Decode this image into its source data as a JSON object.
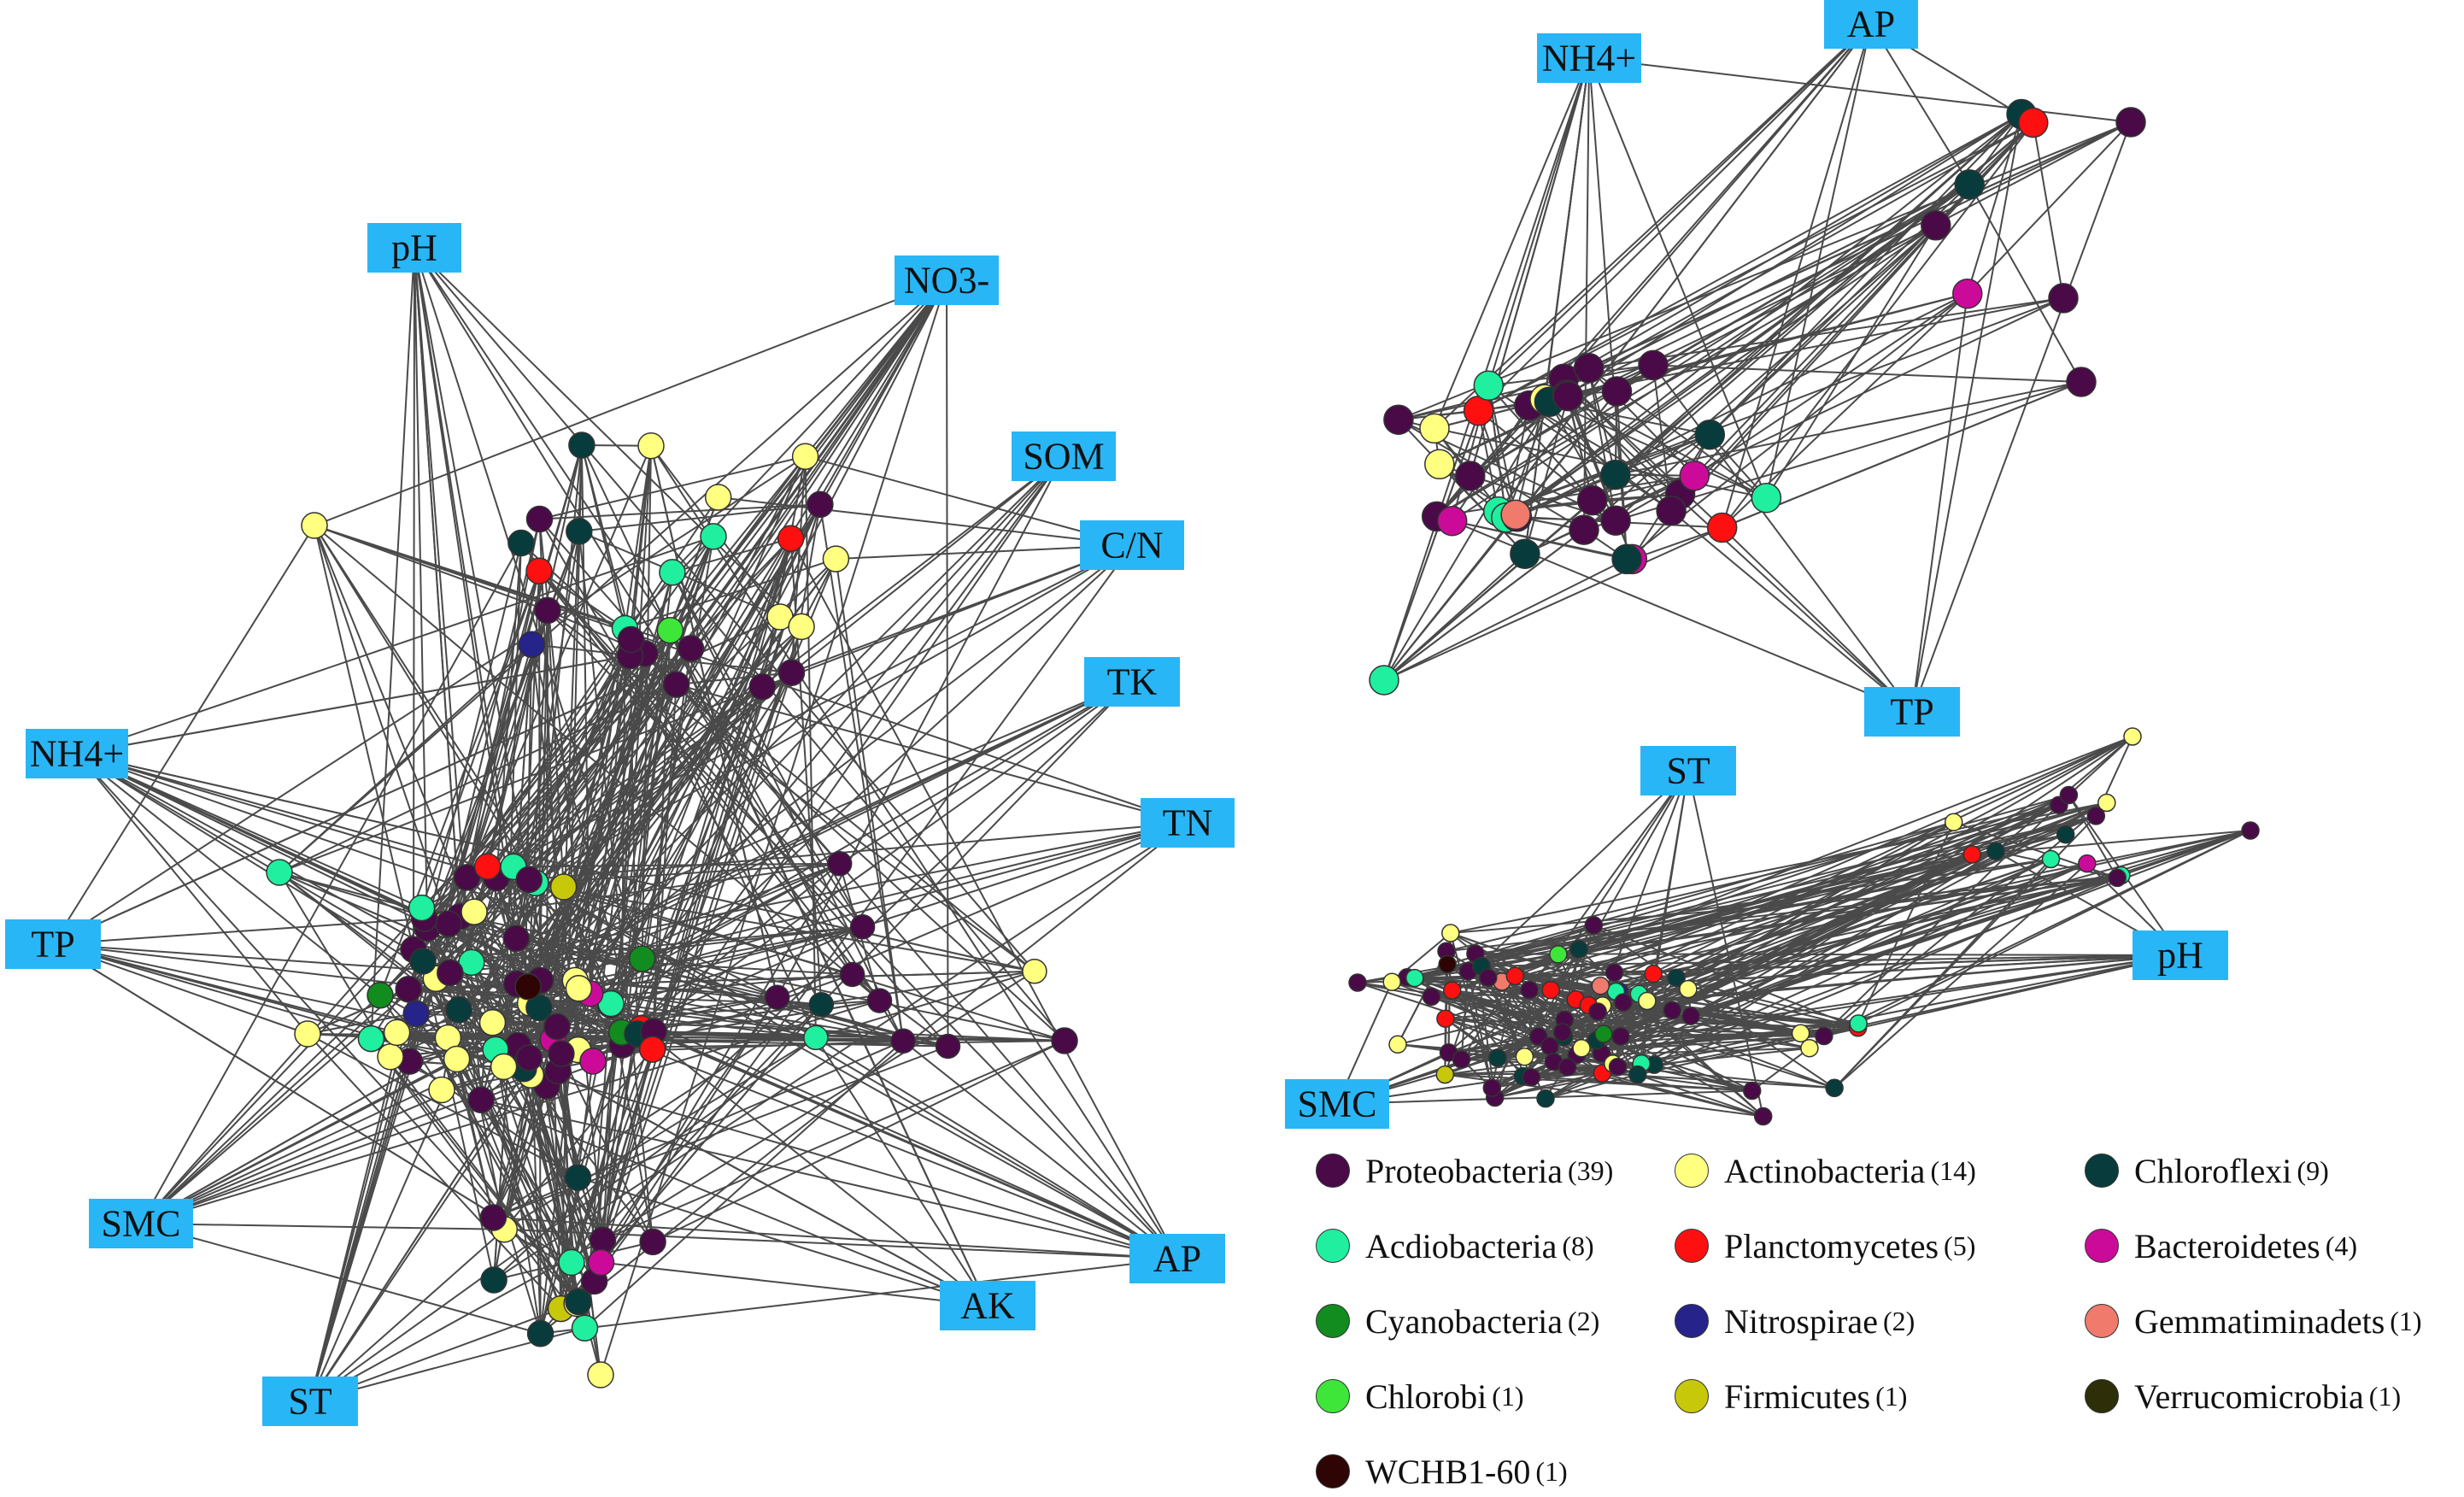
{
  "phyla": [
    {
      "key": "proteo",
      "name": "Proteobacteria",
      "count": "(39)",
      "color": "#4a0a48"
    },
    {
      "key": "actino",
      "name": "Actinobacteria",
      "count": "(14)",
      "color": "#ffff80"
    },
    {
      "key": "chloroflexi",
      "name": "Chloroflexi",
      "count": "(9)",
      "color": "#083c3c"
    },
    {
      "key": "acido",
      "name": "Acdiobacteria",
      "count": "(8)",
      "color": "#1fef9e"
    },
    {
      "key": "plancto",
      "name": "Planctomycetes",
      "count": "(5)",
      "color": "#ff1010"
    },
    {
      "key": "bactero",
      "name": "Bacteroidetes",
      "count": "(4)",
      "color": "#cc0a9a"
    },
    {
      "key": "cyano",
      "name": "Cyanobacteria",
      "count": "(2)",
      "color": "#128c1e"
    },
    {
      "key": "nitro",
      "name": "Nitrospirae",
      "count": "(2)",
      "color": "#26238a"
    },
    {
      "key": "gemma",
      "name": "Gemmatiminadets",
      "count": "(1)",
      "color": "#f07a6c"
    },
    {
      "key": "chlorobi",
      "name": "Chlorobi",
      "count": "(1)",
      "color": "#3ee63a"
    },
    {
      "key": "firmi",
      "name": "Firmicutes",
      "count": "(1)",
      "color": "#c8c80a"
    },
    {
      "key": "verruco",
      "name": "Verrucomicrobia",
      "count": "(1)",
      "color": "#2e2e08"
    },
    {
      "key": "wchb",
      "name": "WCHB1-60",
      "count": "(1)",
      "color": "#2e0404"
    }
  ],
  "networks": [
    {
      "id": "left",
      "env": [
        {
          "label": "pH"
        },
        {
          "label": "NO3-"
        },
        {
          "label": "SOM"
        },
        {
          "label": "C/N"
        },
        {
          "label": "TK"
        },
        {
          "label": "NH4+"
        },
        {
          "label": "TN"
        },
        {
          "label": "TP"
        },
        {
          "label": "SMC"
        },
        {
          "label": "AP"
        },
        {
          "label": "AK"
        },
        {
          "label": "ST"
        }
      ]
    },
    {
      "id": "top-right",
      "env": [
        {
          "label": "NH4+"
        },
        {
          "label": "AP"
        },
        {
          "label": "TP"
        }
      ]
    },
    {
      "id": "bottom-right",
      "env": [
        {
          "label": "ST"
        },
        {
          "label": "pH"
        },
        {
          "label": "SMC"
        }
      ]
    }
  ]
}
